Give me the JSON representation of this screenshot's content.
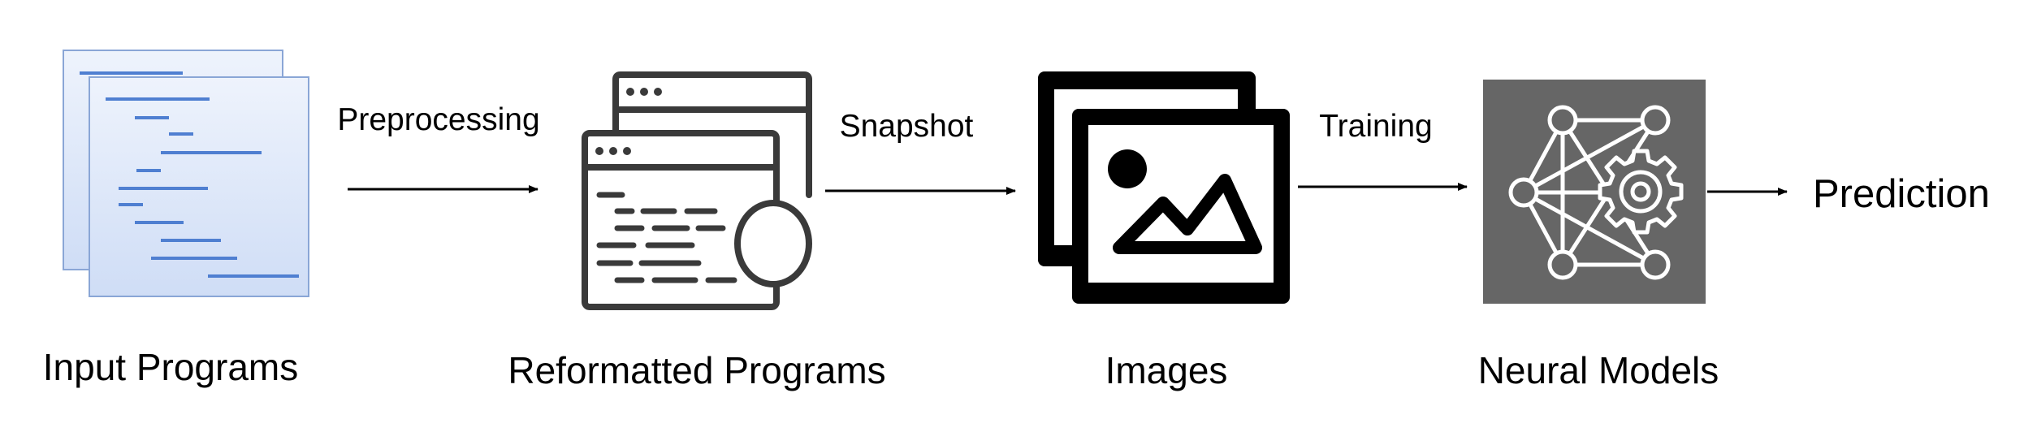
{
  "stages": [
    {
      "id": "input-programs",
      "label": "Input Programs",
      "icon": "code-documents-icon"
    },
    {
      "id": "reformatted-programs",
      "label": "Reformatted Programs",
      "icon": "browser-windows-icon"
    },
    {
      "id": "images",
      "label": "Images",
      "icon": "image-stack-icon"
    },
    {
      "id": "neural-models",
      "label": "Neural Models",
      "icon": "neural-network-gear-icon"
    }
  ],
  "edges": [
    {
      "from": "input-programs",
      "to": "reformatted-programs",
      "label": "Preprocessing"
    },
    {
      "from": "reformatted-programs",
      "to": "images",
      "label": "Snapshot"
    },
    {
      "from": "images",
      "to": "neural-models",
      "label": "Training"
    },
    {
      "from": "neural-models",
      "to": "prediction",
      "label": ""
    }
  ],
  "output": {
    "label": "Prediction"
  },
  "colors": {
    "document_fill": "#dde7f8",
    "document_stroke": "#8aa6d6",
    "code_line": "#4f7fd1",
    "icon_dark": "#3a3a3a",
    "image_black": "#000000",
    "neural_bg": "#666666",
    "neural_stroke": "#ffffff",
    "arrow": "#000000"
  }
}
